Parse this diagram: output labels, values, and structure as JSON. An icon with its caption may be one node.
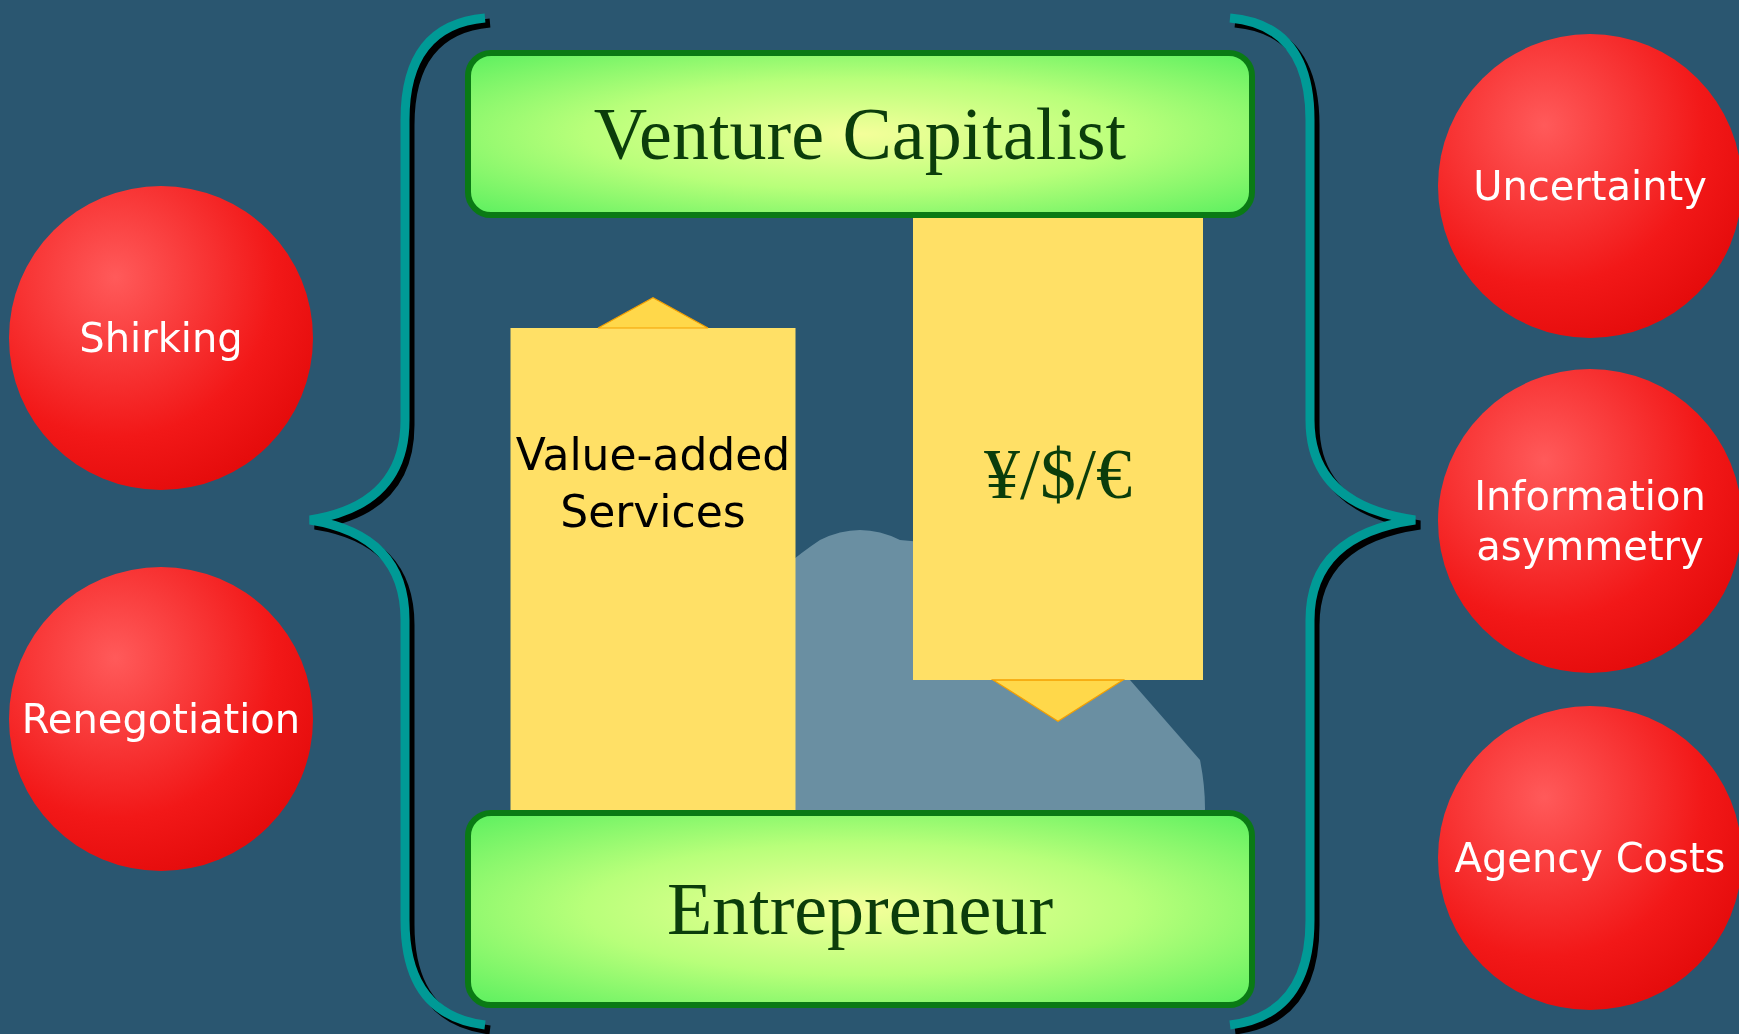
{
  "diagram": {
    "nodes": [
      {
        "text": [
          "Venture Capitalist"
        ]
      },
      {
        "text": [
          "Entrepreneur"
        ]
      },
      {
        "text": [
          "Shirking"
        ]
      },
      {
        "text": [
          "Renegotiation"
        ]
      },
      {
        "text": [
          "Uncertainty"
        ]
      },
      {
        "text": [
          "Information asymmetry"
        ]
      },
      {
        "text": [
          "Agency Costs"
        ]
      }
    ],
    "edges": [
      {
        "from": 1,
        "to": 0,
        "arrow": "to",
        "label": "Value-added Services"
      },
      {
        "from": 0,
        "to": 1,
        "arrow": "to",
        "label": "¥/$/€"
      }
    ]
  }
}
